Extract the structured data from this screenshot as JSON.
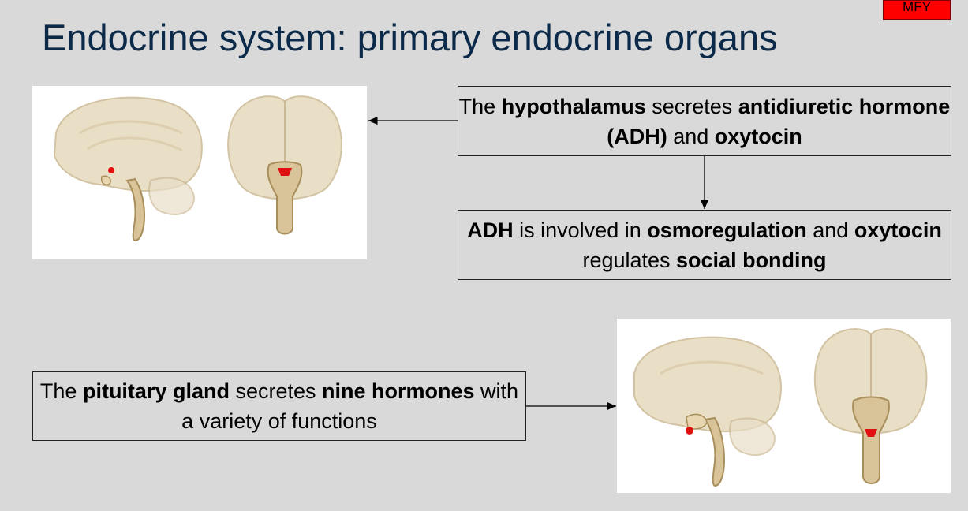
{
  "badge": "MFY",
  "title": "Endocrine system: primary endocrine organs",
  "box1": {
    "t1": "The ",
    "b1": "hypothalamus",
    "t2": " secretes ",
    "b2": "antidiuretic hormone (ADH)",
    "t3": " and ",
    "b3": "oxytocin"
  },
  "box2": {
    "b1": "ADH",
    "t1": " is involved in ",
    "b2": "osmoregulation",
    "t2": " and ",
    "b3": "oxytocin",
    "t3": " regulates ",
    "b4": "social bonding"
  },
  "box3": {
    "t1": "The ",
    "b1": "pituitary gland",
    "t2": " secretes ",
    "b2": "nine hormones",
    "t3": " with a variety of functions"
  },
  "colors": {
    "highlight": "#e01010",
    "title": "#0b2a4a",
    "brain": "#d9c49a"
  }
}
